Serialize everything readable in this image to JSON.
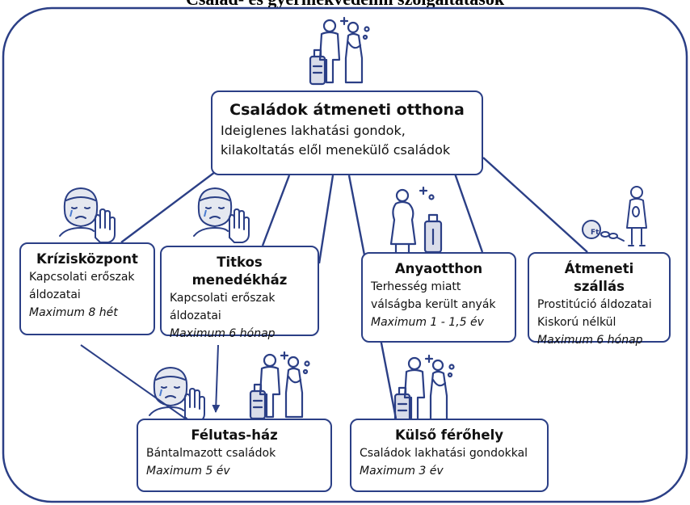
{
  "page_title": "Család- és gyermekvédelmi szolgáltatások",
  "colors": {
    "frame": "#2b3f86",
    "icon": "#2b3f86",
    "text": "#111111"
  },
  "center": {
    "title": "Családok átmeneti otthona",
    "line1": "Ideiglenes lakhatási gondok,",
    "line2": "kilakoltatás elől menekülő családok"
  },
  "boxes": {
    "krizis": {
      "title": "Krízisközpont",
      "line1": "Kapcsolati erőszak",
      "line2": "áldozatai",
      "max": "Maximum 8 hét"
    },
    "titkos": {
      "title": "Titkos menedékház",
      "line1": "Kapcsolati erőszak",
      "line2": "áldozatai",
      "max": "Maximum 6 hónap"
    },
    "anya": {
      "title": "Anyaotthon",
      "line1": "Terhesség miatt",
      "line2": "válságba került anyák",
      "max": "Maximum 1 - 1,5 év"
    },
    "atmeneti": {
      "title": "Átmeneti szállás",
      "line1": "Prostitúció áldozatai",
      "line2": "Kiskorú nélkül",
      "max": "Maximum 6 hónap"
    },
    "felutas": {
      "title": "Félutas-ház",
      "line1": "Bántalmazott családok",
      "max": "Maximum 5 év"
    },
    "kulso": {
      "title": "Külső férőhely",
      "line1": "Családok lakhatási gondokkal",
      "max": "Maximum 3 év"
    }
  },
  "icons": {
    "family": "family-with-luggage-icon",
    "victim": "crying-person-stop-hand-icon",
    "mother": "pregnant-woman-with-luggage-icon",
    "shackle": "woman-chained-to-money-ball-icon",
    "money_symbol": "Ft"
  }
}
